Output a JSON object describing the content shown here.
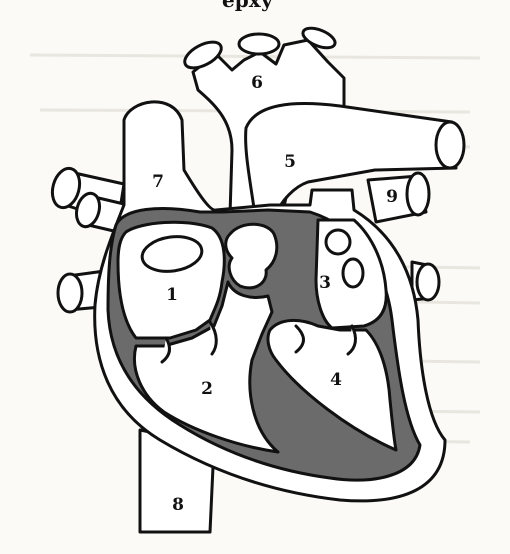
{
  "header_fragment": "ерху",
  "labels": {
    "l1": "1",
    "l2": "2",
    "l3": "3",
    "l4": "4",
    "l5": "5",
    "l6": "6",
    "l7": "7",
    "l8": "8",
    "l9": "9"
  }
}
